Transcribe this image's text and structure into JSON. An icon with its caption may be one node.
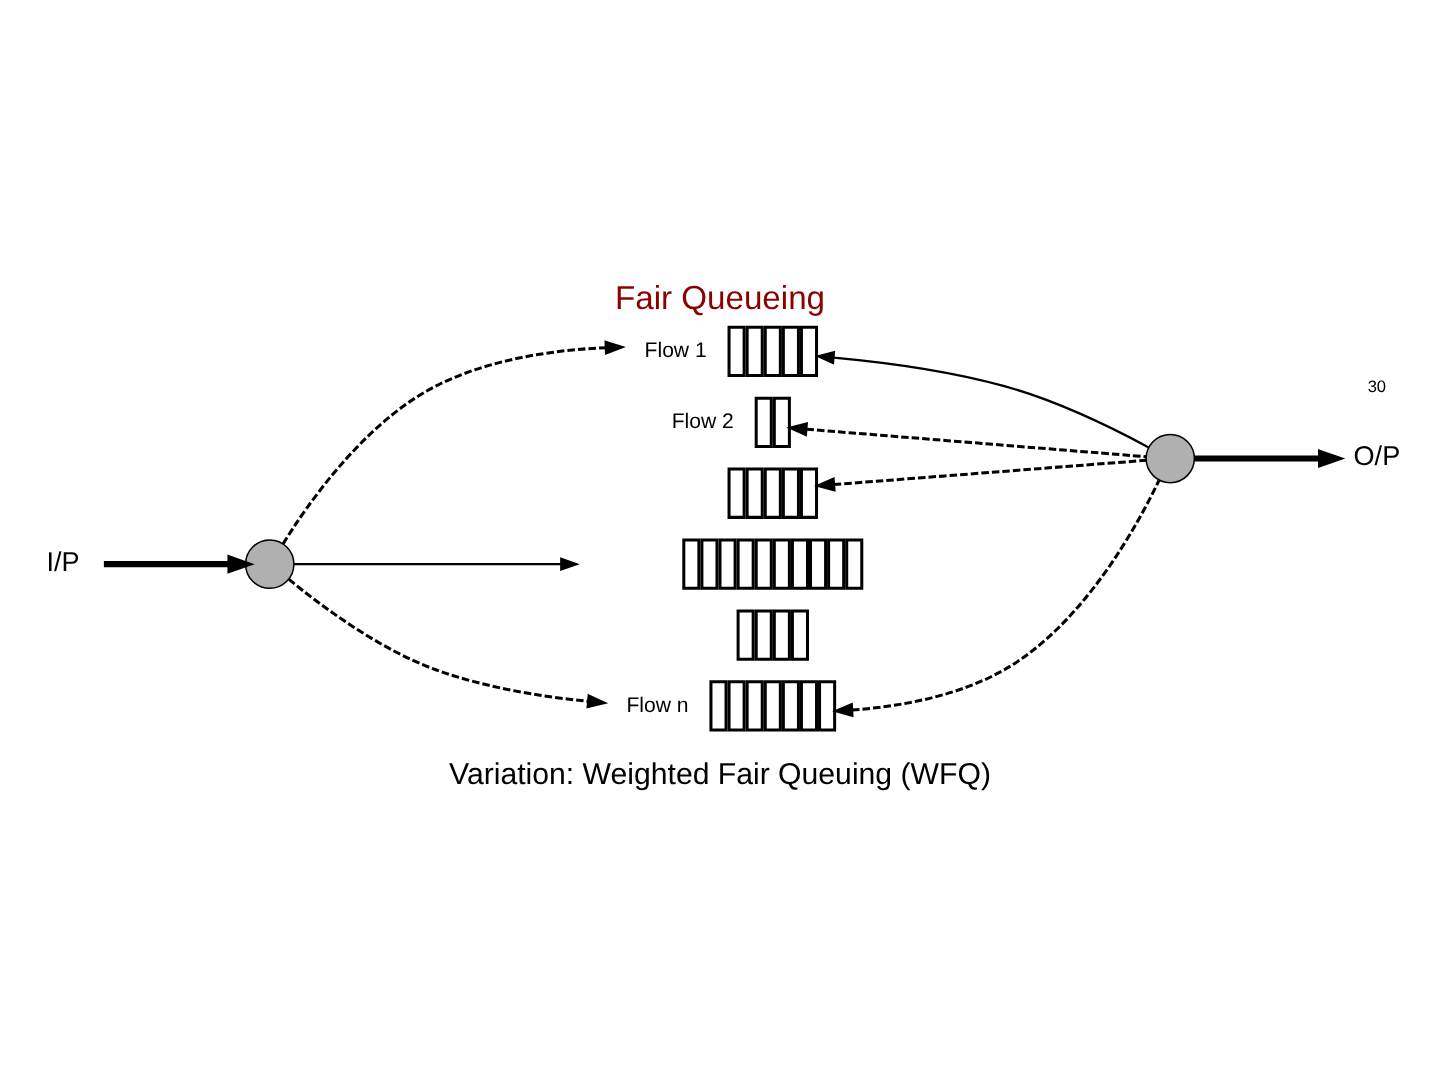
{
  "diagram": {
    "title": "Fair Queueing",
    "caption": "Variation: Weighted Fair Queuing (WFQ)",
    "nodes": [
      {
        "text": [
          "I/P"
        ]
      },
      {
        "text": [],
        "shape": "circle"
      },
      {
        "text": [
          "Flow 1"
        ]
      },
      {
        "text": [
          "Flow 2"
        ]
      },
      {
        "text": [],
        "shape": "box"
      },
      {
        "text": [],
        "shape": "box"
      },
      {
        "text": [],
        "shape": "box"
      },
      {
        "text": [
          "Flow n"
        ]
      },
      {
        "text": [],
        "shape": "circle"
      },
      {
        "text": [
          "O/P"
        ]
      }
    ],
    "edges": [
      {
        "from": 0,
        "to": 1,
        "arrow": "to",
        "style": "thick"
      },
      {
        "from": 1,
        "to": 2,
        "arrow": "to",
        "style": "dashed"
      },
      {
        "from": 1,
        "to": 5,
        "arrow": "to"
      },
      {
        "from": 1,
        "to": 7,
        "arrow": "to",
        "style": "dashed"
      },
      {
        "from": 8,
        "to": 2,
        "arrow": "to"
      },
      {
        "from": 8,
        "to": 3,
        "arrow": "to",
        "style": "dashed"
      },
      {
        "from": 8,
        "to": 4,
        "arrow": "to",
        "style": "dashed"
      },
      {
        "from": 8,
        "to": 7,
        "arrow": "to",
        "style": "dashed"
      },
      {
        "from": 8,
        "to": 9,
        "arrow": "to",
        "style": "thick"
      }
    ],
    "labels": [
      "30"
    ]
  }
}
